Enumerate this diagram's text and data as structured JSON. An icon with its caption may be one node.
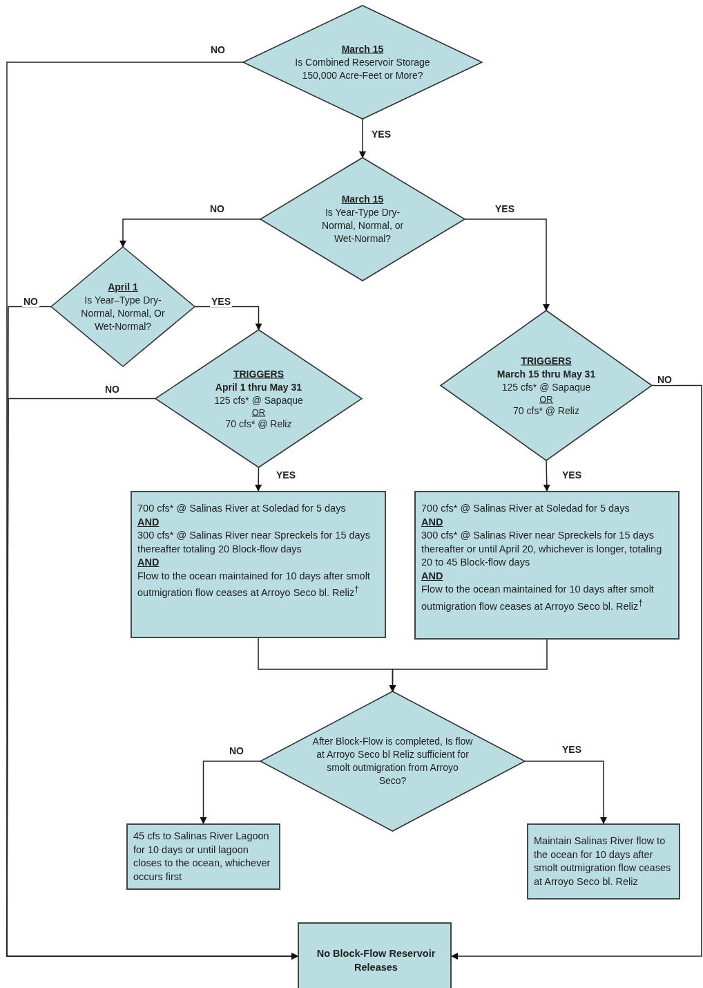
{
  "diagram": {
    "nodes": [
      {
        "text": [
          "March 15",
          "Is Combined Reservoir Storage 150,000 Acre-Feet or More?"
        ]
      },
      {
        "text": [
          "March 15",
          "Is Year-Type Dry-Normal, Normal, or Wet-Normal?"
        ]
      },
      {
        "text": [
          "April 1",
          "Is Year–Type Dry-Normal, Normal, Or Wet-Normal?"
        ]
      },
      {
        "text": [
          "TRIGGERS",
          "April 1 thru May 31",
          "125 cfs* @ Sapaque",
          "OR",
          "70 cfs* @ Reliz"
        ]
      },
      {
        "text": [
          "TRIGGERS",
          "March 15 thru May 31",
          "125 cfs* @ Sapaque",
          "OR",
          "70 cfs* @ Reliz"
        ]
      },
      {
        "text": [
          "700 cfs* @ Salinas River at Soledad for 5 days",
          "AND",
          "300 cfs* @ Salinas River near Spreckels for 15 days thereafter totaling 20 Block-flow days",
          "AND",
          "Flow to the ocean maintained for 10 days after smolt outmigration flow ceases at Arroyo Seco bl. Reliz$^{†}$"
        ]
      },
      {
        "text": [
          "700 cfs* @ Salinas River at Soledad for 5 days",
          "AND",
          "300 cfs* @ Salinas River near Spreckels for 15 days thereafter or until April 20, whichever is longer, totaling 20 to 45 Block-flow days",
          "AND",
          "Flow to the ocean maintained for 10 days after smolt outmigration flow ceases at Arroyo Seco bl. Reliz$^{†}$"
        ]
      },
      {
        "text": [
          "After Block-Flow is completed, Is flow at Arroyo Seco bl Reliz sufficient for smolt outmigration from Arroyo Seco?"
        ]
      },
      {
        "text": [
          "45 cfs to Salinas River Lagoon for 10 days or until lagoon closes to the ocean, whichever occurs first"
        ]
      },
      {
        "text": [
          "Maintain Salinas River flow to the ocean for 10 days after smolt outmigration flow ceases at Arroyo Seco bl. Reliz"
        ]
      },
      {
        "text": [
          "No Block-Flow Reservoir Releases"
        ]
      }
    ],
    "edges": [
      {
        "from": 0,
        "to": 10,
        "label": "NO",
        "arrow": "to"
      },
      {
        "from": 0,
        "to": 1,
        "label": "YES",
        "arrow": "to"
      },
      {
        "from": 1,
        "to": 2,
        "label": "NO",
        "arrow": "to"
      },
      {
        "from": 1,
        "to": 4,
        "label": "YES",
        "arrow": "to"
      },
      {
        "from": 2,
        "to": 10,
        "label": "NO",
        "arrow": "to"
      },
      {
        "from": 2,
        "to": 3,
        "label": "YES",
        "arrow": "to"
      },
      {
        "from": 3,
        "to": 10,
        "label": "NO",
        "arrow": "to"
      },
      {
        "from": 3,
        "to": 5,
        "label": "YES",
        "arrow": "to"
      },
      {
        "from": 4,
        "to": 10,
        "label": "NO",
        "arrow": "to"
      },
      {
        "from": 4,
        "to": 6,
        "label": "YES",
        "arrow": "to"
      },
      {
        "from": 5,
        "to": 7,
        "arrow": "to"
      },
      {
        "from": 6,
        "to": 7,
        "arrow": "to"
      },
      {
        "from": 7,
        "to": 8,
        "label": "NO",
        "arrow": "to"
      },
      {
        "from": 7,
        "to": 9,
        "label": "YES",
        "arrow": "to"
      }
    ]
  }
}
